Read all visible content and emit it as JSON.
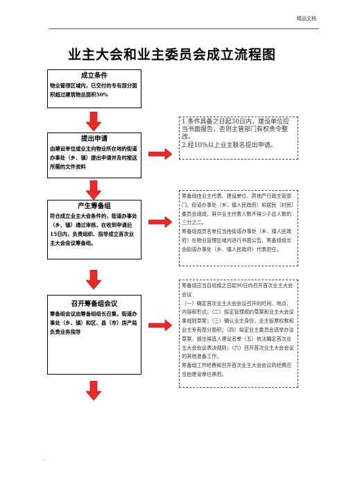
{
  "header": {
    "mark": "精品文档"
  },
  "title": "业主大会和业主委员会成立流程图",
  "steps": [
    {
      "title": "成立条件",
      "body": "物业管理区域内，已交付的专有部分面积超过建筑物总面积50%"
    },
    {
      "title": "提出申请",
      "body": "由建设单位或业主向物业所在地的街道办事处（乡、镇）提出申请并及时报送所需的文件资料"
    },
    {
      "title": "产生筹备组",
      "body": "符合成立业主大会条件的，街道办事处（乡、镇）通过审核，在收到申请后15日内，负责组织、指导成立首次业主大会会议筹备组。"
    },
    {
      "title": "召开筹备组会议",
      "body": "筹备组会议由筹备组组长召集，街道办事处（乡、镇）和区、县（市）房产局负责业务指导"
    }
  ],
  "notes": [
    {
      "lines": [
        "1.条件具备之日起30日内，建设单位应当书面报告，否则主管部门有权责令整改。",
        "2.经10%以上业主联名提出申请。"
      ]
    },
    {
      "lines": [
        "筹备组由业主代表、建设单位、房地产行政主管部门、街道办事处（乡、镇人民政府）和居民（村民）委员会组成，其中业主代表人数不得少于总人数的三分之二。",
        "筹备组成员名单应当由街道办事处（乡、镇人民政府）在物业管理区域内进行书面公告。筹备组组长由街道办事处（乡、镇人民政府）代表担任。"
      ]
    },
    {
      "lines": [
        "筹备组应当自组成之日起90日内召开首次业主大会会议",
        "（一）确定首次业主大会会议召开的时间、地点、内容和形式；（二）拟定管理规约草案和业主大会议事规则草案；（三）确认业主身份，业主投票权数和业主专有部分面积；（四）拟定业主委员会选举办法草案，提出候选人建议名单（五）依法确定首次业主大会会议表决规则；（六）召开首次业主大会会议的其他准备工作。",
        "筹备组工作经费和召开首次业主大会会议的经费应当由建设单位承担。"
      ]
    }
  ],
  "footer": {
    "dot": "."
  },
  "colors": {
    "arrow": "#e8292a",
    "arrow_border": "#b51d1d"
  }
}
